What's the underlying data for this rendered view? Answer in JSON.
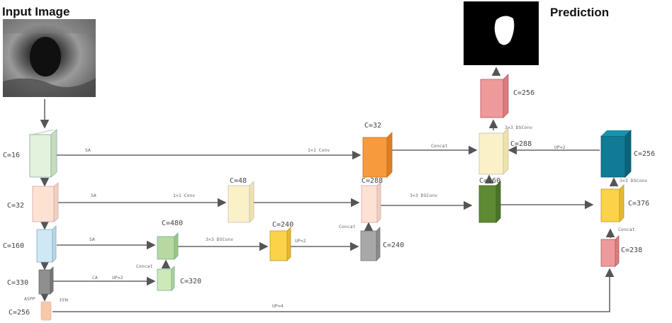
{
  "titles": {
    "input": "Input Image",
    "prediction": "Prediction"
  },
  "labels": {
    "enc1": "C=16",
    "enc2": "C=32",
    "enc3": "C=160",
    "enc4": "C=330",
    "enc5": "C=256",
    "mid_top": "C=480",
    "mid_bot": "C=320",
    "mid_y1": "C=240",
    "mid_y2": "C=48",
    "mid_g": "C=240",
    "dec_orange": "C=32",
    "dec_peach": "C=288",
    "dec_green": "C=160",
    "dec_cream": "C=288",
    "dec_pink_top": "C=256",
    "right_teal": "C=256",
    "right_yellow": "C=376",
    "right_pink": "C=238"
  },
  "ops": {
    "sa1": "SA",
    "sa2": "SA",
    "sa3": "SA",
    "ca": "CA",
    "up2a": "UP=2",
    "up2b": "UP=2",
    "up2c": "UP=2",
    "up4": "UP=4",
    "conv1a": "1×1 Conv",
    "conv1b": "1×1 Conv",
    "ds1": "3×3 DSConv",
    "ds2": "3×3 DSConv",
    "ds3": "3×3 DSConv",
    "ds4": "3×3 DSConv",
    "concat1": "Concat",
    "concat2": "Concat",
    "concat3": "Concat",
    "concat4": "Concat",
    "aspp": "ASPP",
    "ffm": "FFM"
  },
  "colors": {
    "green_light": "#e3f2dc",
    "peach": "#fde2d4",
    "blue_light": "#cfe8f5",
    "gray": "#8f8f8f",
    "green": "#b7d9a0",
    "yellow": "#fcd348",
    "cream": "#fbf1c8",
    "orange": "#f79a3e",
    "dark_green": "#5d8a32",
    "pink": "#ee9a9a",
    "teal": "#117a95"
  }
}
